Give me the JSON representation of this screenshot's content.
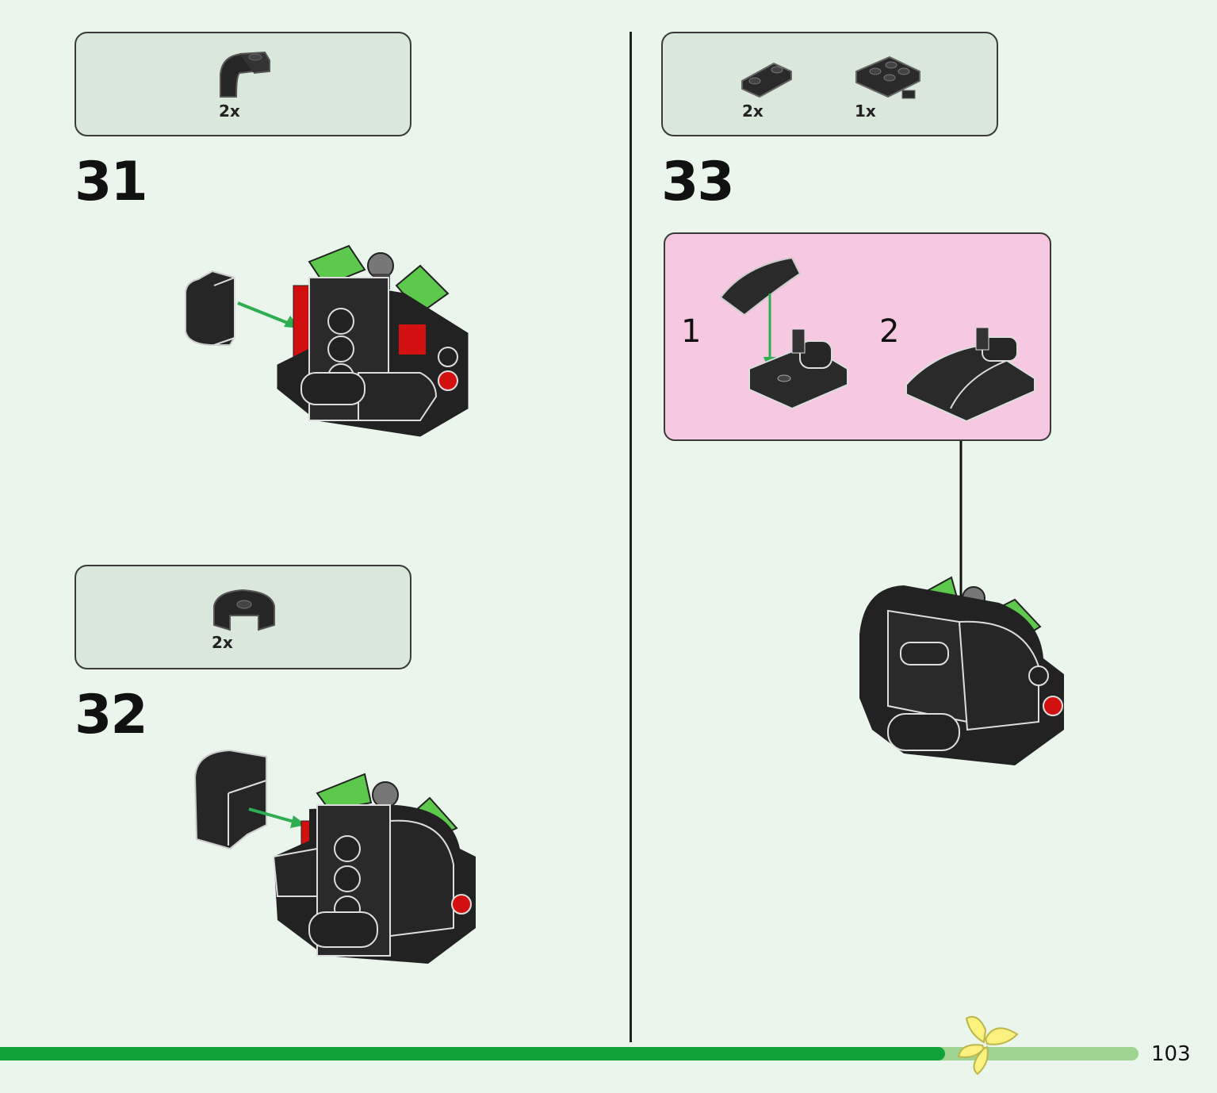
{
  "steps": [
    {
      "number": "31",
      "parts": [
        {
          "qty": "2x",
          "icon": "black-curved-slope-brick-icon"
        }
      ]
    },
    {
      "number": "32",
      "parts": [
        {
          "qty": "2x",
          "icon": "black-curved-arch-brick-icon"
        }
      ]
    },
    {
      "number": "33",
      "parts": [
        {
          "qty": "2x",
          "icon": "black-plate-with-studs-icon"
        },
        {
          "qty": "1x",
          "icon": "black-plate-with-bar-icon"
        }
      ],
      "sub_steps": [
        {
          "number": "1"
        },
        {
          "number": "2"
        }
      ]
    }
  ],
  "progress": {
    "fraction": 0.83,
    "colors": {
      "done": "#10a337",
      "remaining": "#9fd391"
    }
  },
  "page_number": "103",
  "colors": {
    "background": "#eaf5ec",
    "parts_box": "#d9e8da",
    "sub_assembly": "#f7c8e2",
    "arrow": "#2eae4f"
  },
  "decoration": "yellow-butterfly-icon"
}
